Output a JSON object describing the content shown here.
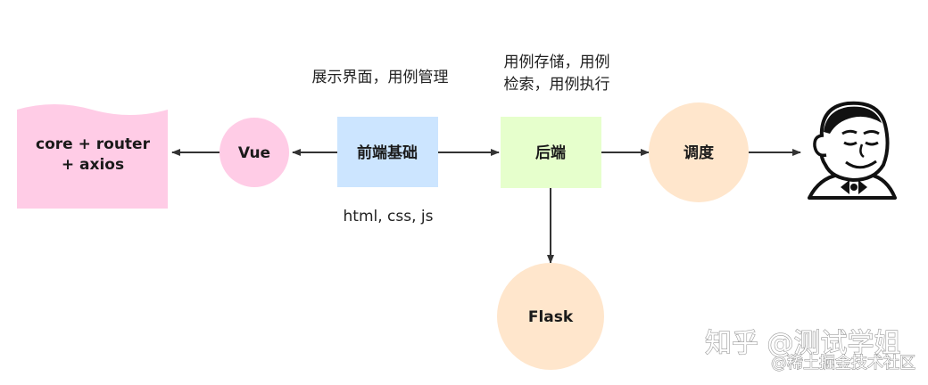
{
  "nodes": {
    "core": {
      "line1": "core + router",
      "line2": "+ axios",
      "color": "#ffcce6"
    },
    "vue": {
      "label": "Vue",
      "color": "#ffcce6"
    },
    "frontend": {
      "label": "前端基础",
      "color": "#cce5ff"
    },
    "backend": {
      "label": "后端",
      "color": "#e6ffcc"
    },
    "scheduler": {
      "label": "调度",
      "color": "#ffe6cc"
    },
    "flask": {
      "label": "Flask",
      "color": "#ffe6cc"
    },
    "jenkins": {
      "icon": "jenkins-butler-icon"
    }
  },
  "annotations": {
    "frontend_top": "展示界面，用例管理",
    "frontend_bottom": "html, css, js",
    "backend_top_line1": "用例存储，用例",
    "backend_top_line2": "检索，用例执行"
  },
  "watermark": {
    "main": "知乎 @测试学姐",
    "sub": "@稀土掘金技术社区"
  },
  "edges": [
    {
      "from": "vue",
      "to": "core"
    },
    {
      "from": "frontend",
      "to": "vue"
    },
    {
      "from": "frontend",
      "to": "backend"
    },
    {
      "from": "backend",
      "to": "scheduler"
    },
    {
      "from": "scheduler",
      "to": "jenkins"
    },
    {
      "from": "backend",
      "to": "flask"
    }
  ],
  "colors": {
    "edge": "#333333"
  }
}
